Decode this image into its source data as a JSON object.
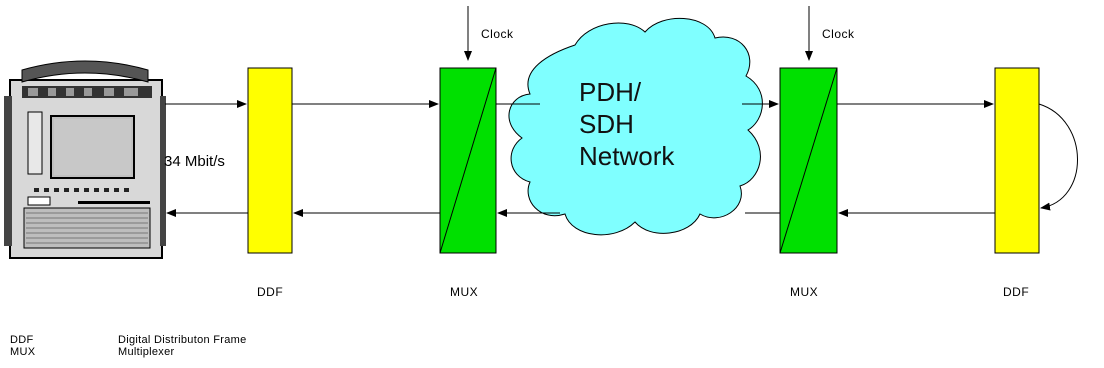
{
  "labels": {
    "clock_left": "Clock",
    "clock_right": "Clock",
    "rate": "34 Mbit/s",
    "ddf_left": "DDF",
    "mux_left": "MUX",
    "mux_right": "MUX",
    "ddf_right": "DDF"
  },
  "network": {
    "line1": "PDH/",
    "line2": "SDH",
    "line3": "Network"
  },
  "legend": [
    {
      "abbr": "DDF",
      "desc": "Digital Distributon  Frame"
    },
    {
      "abbr": "MUX",
      "desc": "Multiplexer"
    }
  ],
  "colors": {
    "ddf": "#ffff00",
    "mux": "#00e000",
    "cloud": "#7fffff"
  }
}
